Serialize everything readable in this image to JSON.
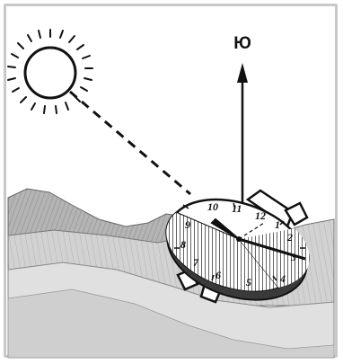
{
  "direction_label": "Ю",
  "dial_numbers": {
    "n10": "10",
    "n11": "11",
    "n12": "12",
    "n1": "1",
    "n2": "2",
    "n3": "3",
    "n4": "4",
    "n5": "5",
    "n6": "6",
    "n7": "7",
    "n8": "8",
    "n9": "9"
  },
  "colors": {
    "frame": "#c8c8c8",
    "ink": "#111111",
    "hills": "#9a9a9a"
  }
}
